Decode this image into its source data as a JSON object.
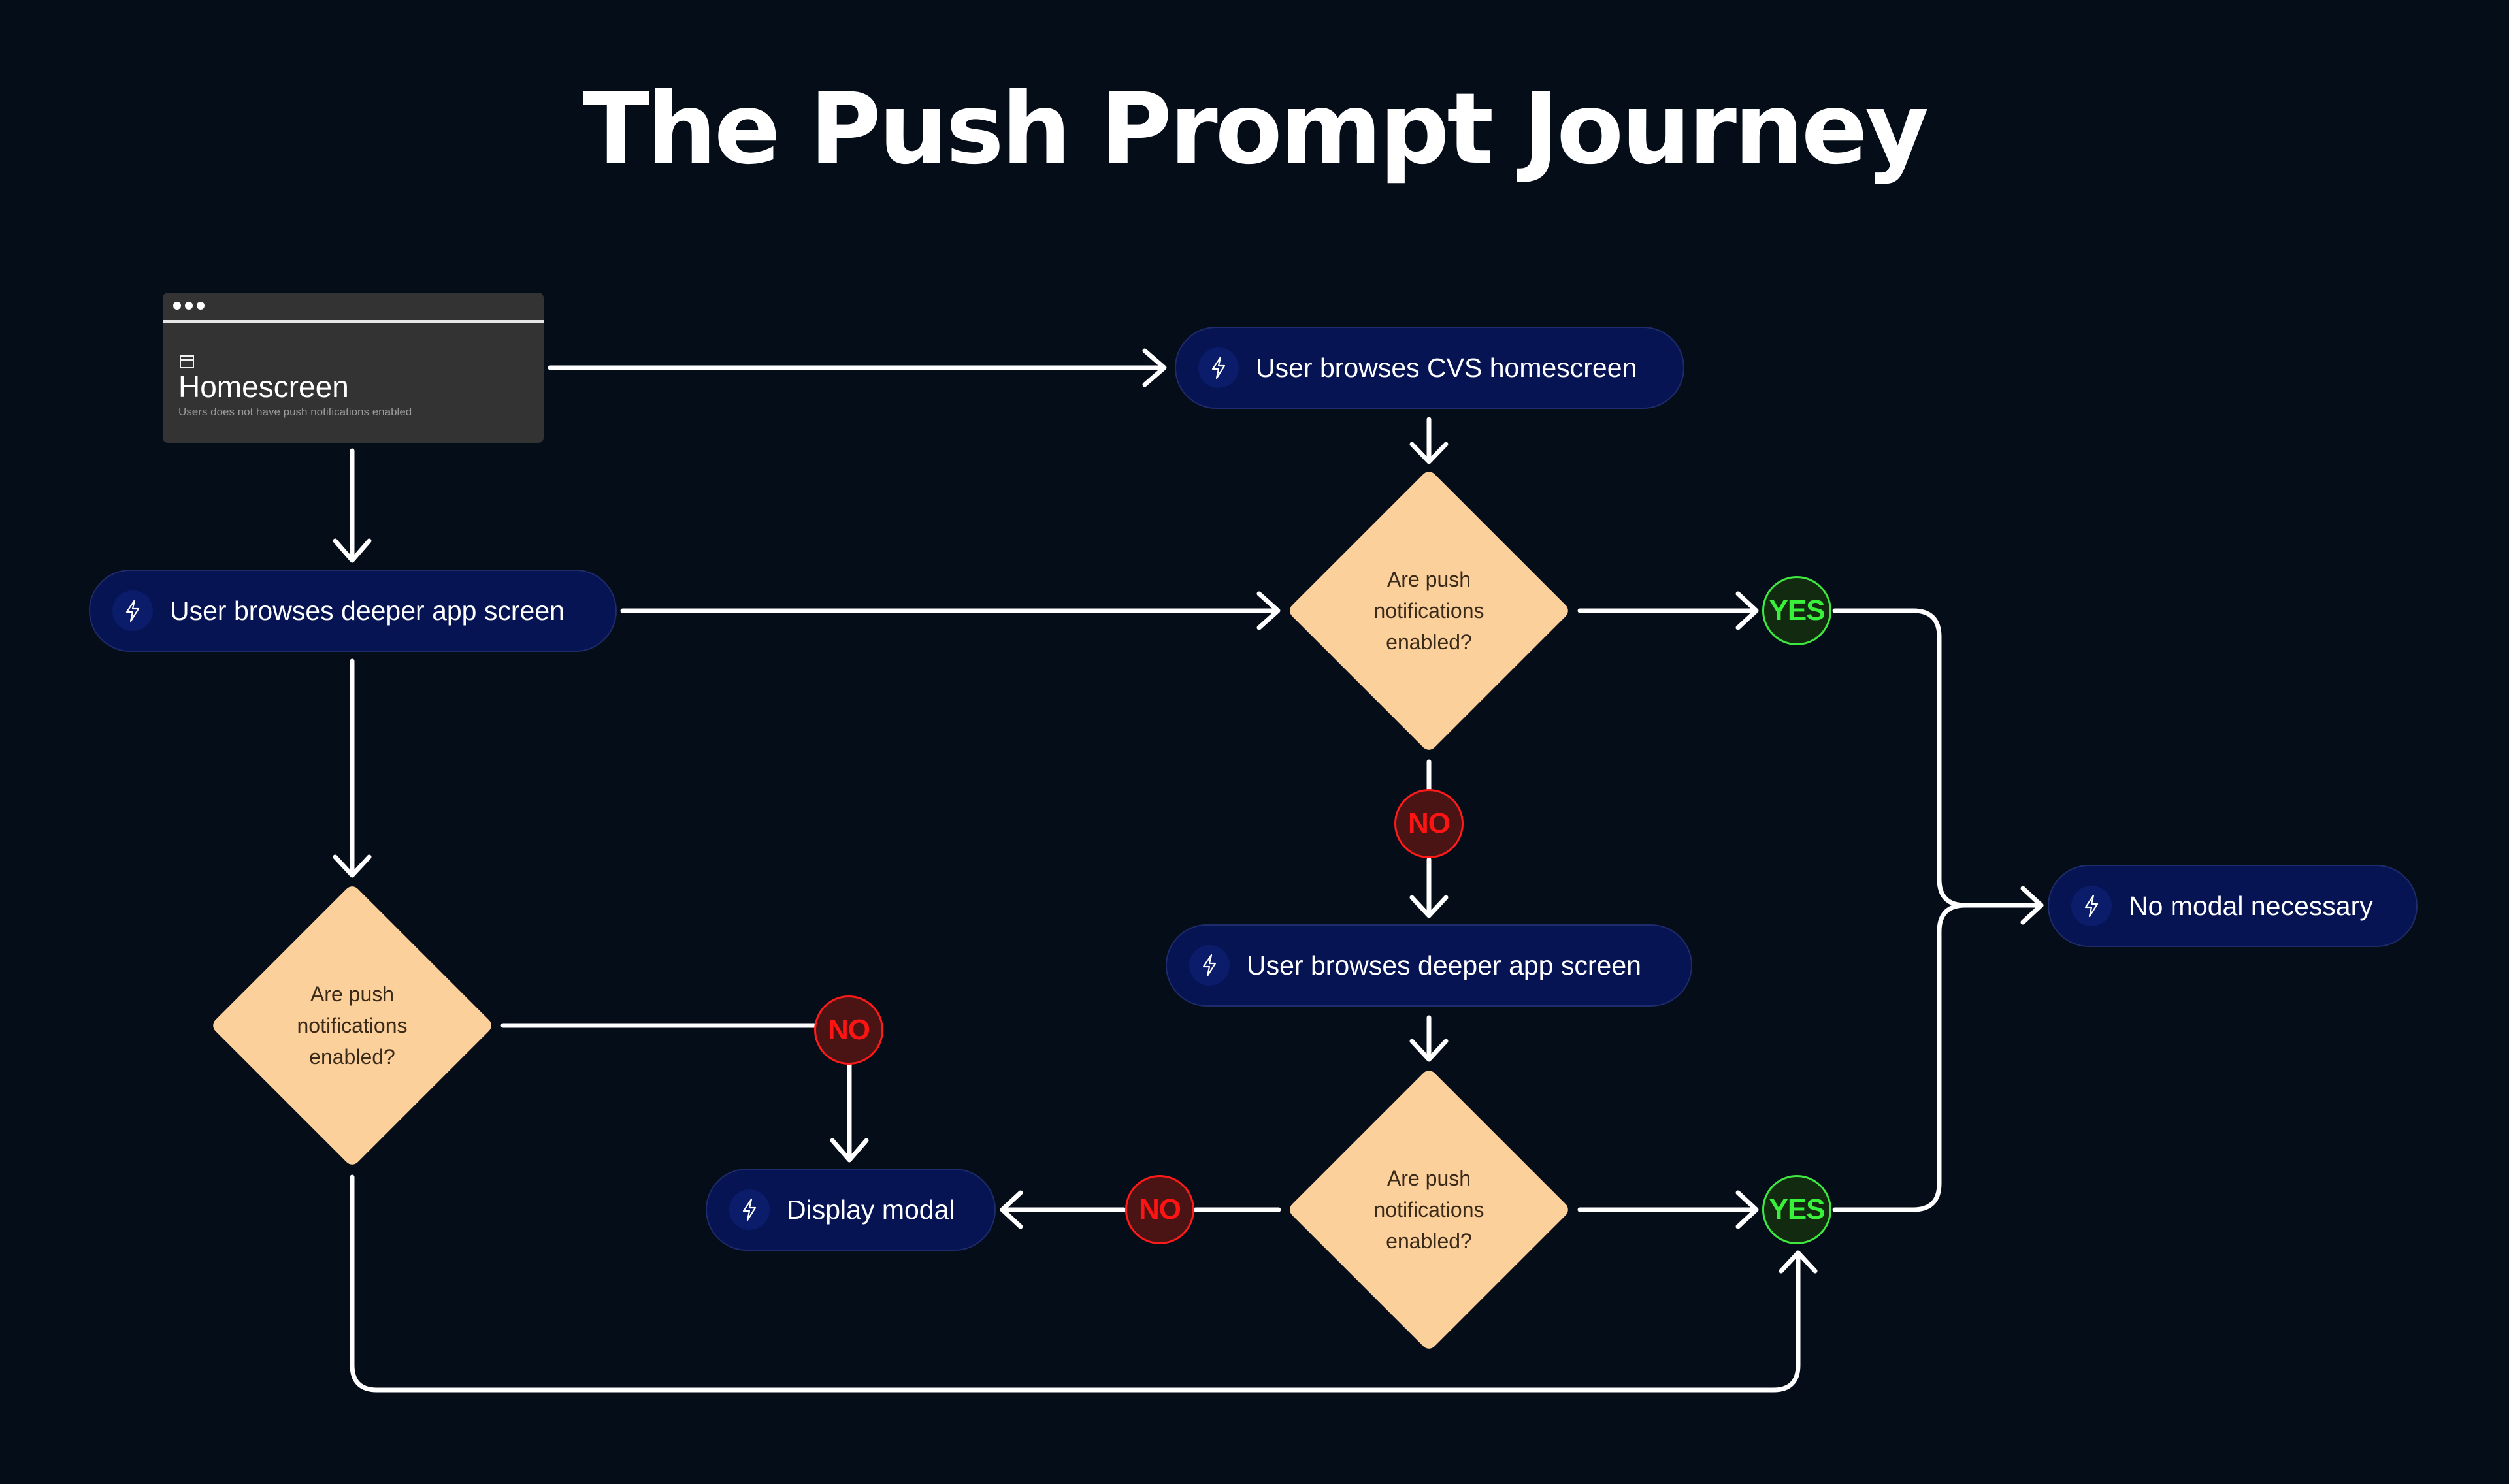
{
  "title": "The Push Prompt Journey",
  "colors": {
    "background": "#050d19",
    "action_node": "#061453",
    "decision_node": "#fcd09b",
    "yes": "#39f03b",
    "no": "#ff1414",
    "connector": "#ffffff"
  },
  "start_node": {
    "icon": "browser-window-icon",
    "heading": "Homescreen",
    "subtitle": "Users does not have push notifications enabled"
  },
  "action_nodes": {
    "cvs_homescreen": {
      "icon": "lightning-bolt-icon",
      "label": "User browses CVS homescreen"
    },
    "deeper_left": {
      "icon": "lightning-bolt-icon",
      "label": "User browses deeper app screen"
    },
    "deeper_center": {
      "icon": "lightning-bolt-icon",
      "label": "User browses deeper app screen"
    },
    "display_modal": {
      "icon": "lightning-bolt-icon",
      "label": "Display modal"
    },
    "no_modal": {
      "icon": "lightning-bolt-icon",
      "label": "No modal necessary"
    }
  },
  "decisions": {
    "top": {
      "line1": "Are push",
      "line2": "notifications",
      "line3": "enabled?"
    },
    "left": {
      "line1": "Are push",
      "line2": "notifications",
      "line3": "enabled?"
    },
    "bottom": {
      "line1": "Are push",
      "line2": "notifications",
      "line3": "enabled?"
    }
  },
  "badges": {
    "yes_top": "YES",
    "no_top": "NO",
    "no_left": "NO",
    "no_bottom": "NO",
    "yes_bottom": "YES"
  },
  "edges": [
    {
      "from": "Homescreen",
      "to": "User browses CVS homescreen"
    },
    {
      "from": "Homescreen",
      "to": "User browses deeper app screen (left)"
    },
    {
      "from": "User browses CVS homescreen",
      "to": "Decision (top)"
    },
    {
      "from": "User browses deeper app screen (left)",
      "to": "Decision (top)"
    },
    {
      "from": "User browses deeper app screen (left)",
      "to": "Decision (left)"
    },
    {
      "from": "Decision (top)",
      "label": "YES",
      "to": "No modal necessary"
    },
    {
      "from": "Decision (top)",
      "label": "NO",
      "to": "User browses deeper app screen (center)"
    },
    {
      "from": "User browses deeper app screen (center)",
      "to": "Decision (bottom)"
    },
    {
      "from": "Decision (bottom)",
      "label": "NO",
      "to": "Display modal"
    },
    {
      "from": "Decision (bottom)",
      "label": "YES",
      "to": "No modal necessary"
    },
    {
      "from": "Decision (left)",
      "label": "NO",
      "to": "Display modal"
    },
    {
      "from": "Decision (left)",
      "label": "YES",
      "to": "No modal necessary"
    }
  ]
}
